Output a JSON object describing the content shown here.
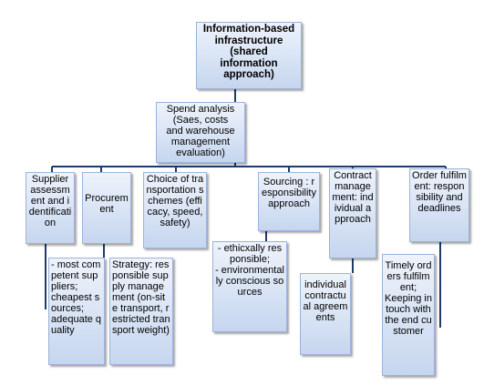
{
  "diagram": {
    "root": "Information-based\ninfrastructure\n(shared\ninformation\napproach)",
    "spend": "Spend analysis\n(Saes, costs\nand warehouse\nmanagement\nevaluation)",
    "branches": [
      {
        "label": "Supplier assessment and identification",
        "detail": "- most competent suppliers;\ncheapest sources;\nadequate quality"
      },
      {
        "label": "Procurement",
        "detail": "Strategy: responsible supply management (on-site transport, restricted transport weight)"
      },
      {
        "label": "Choice of transportation schemes (efficacy, speed, safety)",
        "detail": ""
      },
      {
        "label": "Sourcing : responsibility approach",
        "detail": "- ethicxally responsible;\n- environmentally conscious sources"
      },
      {
        "label": "Contract management: individual approach",
        "detail": "individual contractual agreements"
      },
      {
        "label": "Order fulfilment: responsibility and deadlines",
        "detail": "Timely orders fulfilment;\nKeeping in touch with the end customer"
      }
    ]
  }
}
